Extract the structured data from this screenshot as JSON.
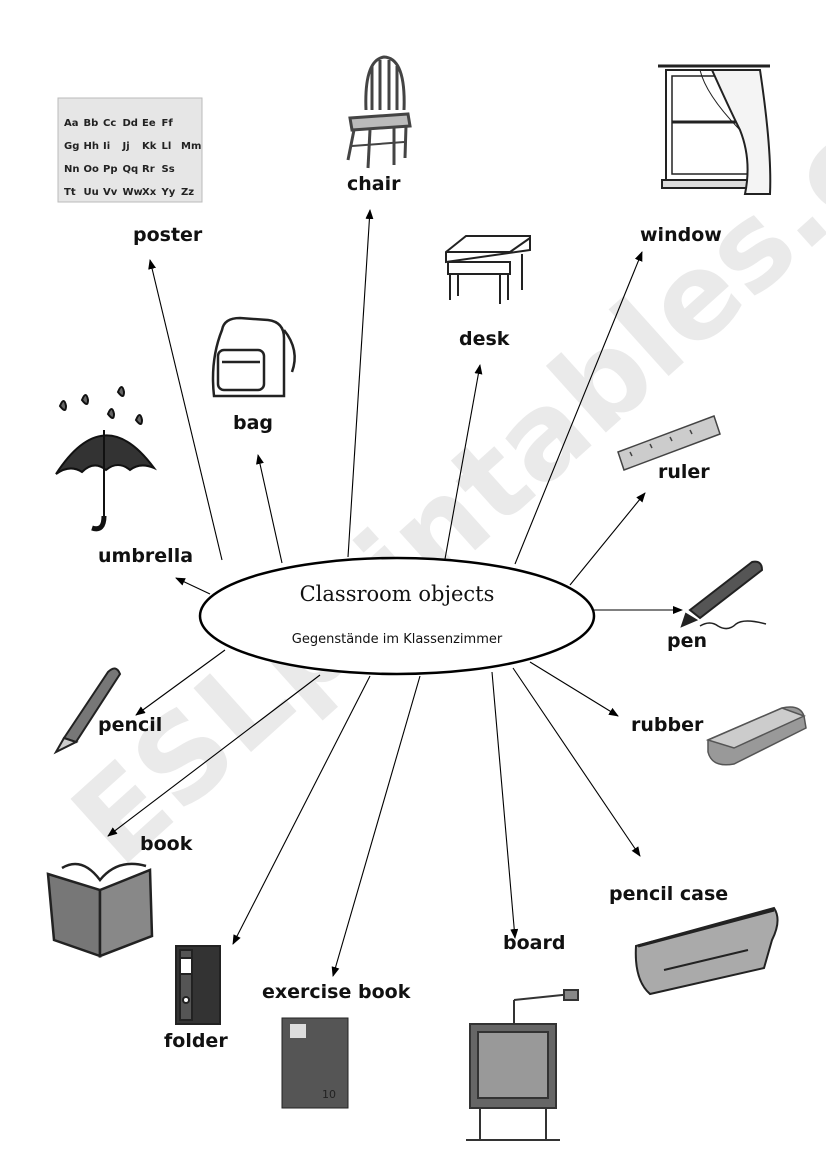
{
  "watermark": "ESLprintables.com",
  "center": {
    "title": "Classroom objects",
    "subtitle": "Gegenstände im Klassenzimmer"
  },
  "labels": {
    "chair": "chair",
    "poster": "poster",
    "window": "window",
    "desk": "desk",
    "bag": "bag",
    "ruler": "ruler",
    "umbrella": "umbrella",
    "pen": "pen",
    "pencil": "pencil",
    "rubber": "rubber",
    "book": "book",
    "pencil_case": "pencil case",
    "board": "board",
    "exercise_book": "exercise book",
    "folder": "folder"
  },
  "poster_letters": [
    [
      "Aa",
      "Bb",
      "Cc",
      "Dd",
      "Ee",
      "Ff"
    ],
    [
      "Gg",
      "Hh",
      "Ii",
      "Jj",
      "Kk",
      "Ll",
      "Mm"
    ],
    [
      "Nn",
      "Oo",
      "Pp",
      "Qq",
      "Rr",
      "Ss"
    ],
    [
      "Tt",
      "Uu",
      "Vv",
      "Ww",
      "Xx",
      "Yy",
      "Zz"
    ]
  ],
  "exercise_book_number": "10"
}
